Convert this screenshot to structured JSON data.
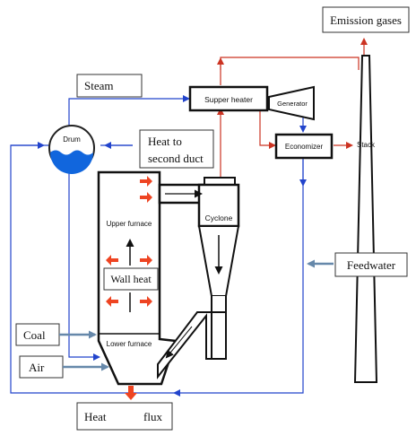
{
  "labels": {
    "emission_gases": "Emission gases",
    "steam": "Steam",
    "supper_heater": "Supper heater",
    "generator": "Generator",
    "drum": "Drum",
    "heat_to_second_duct_line1": "Heat to",
    "heat_to_second_duct_line2": "second duct",
    "economizer": "Economizer",
    "stack": "Stack",
    "upper_furnace": "Upper furnace",
    "cyclone": "Cyclone",
    "wall_heat": "Wall heat",
    "feedwater": "Feedwater",
    "coal": "Coal",
    "lower_furnace": "Lower furnace",
    "air": "Air",
    "heat_flux_part1": "Heat",
    "heat_flux_part2": "flux"
  },
  "colors": {
    "water_line": "#2244cc",
    "gas_line": "#cc3322",
    "heat_arrow": "#ee4422",
    "input_arrow": "#6688aa",
    "drum_water": "#1166dd"
  }
}
